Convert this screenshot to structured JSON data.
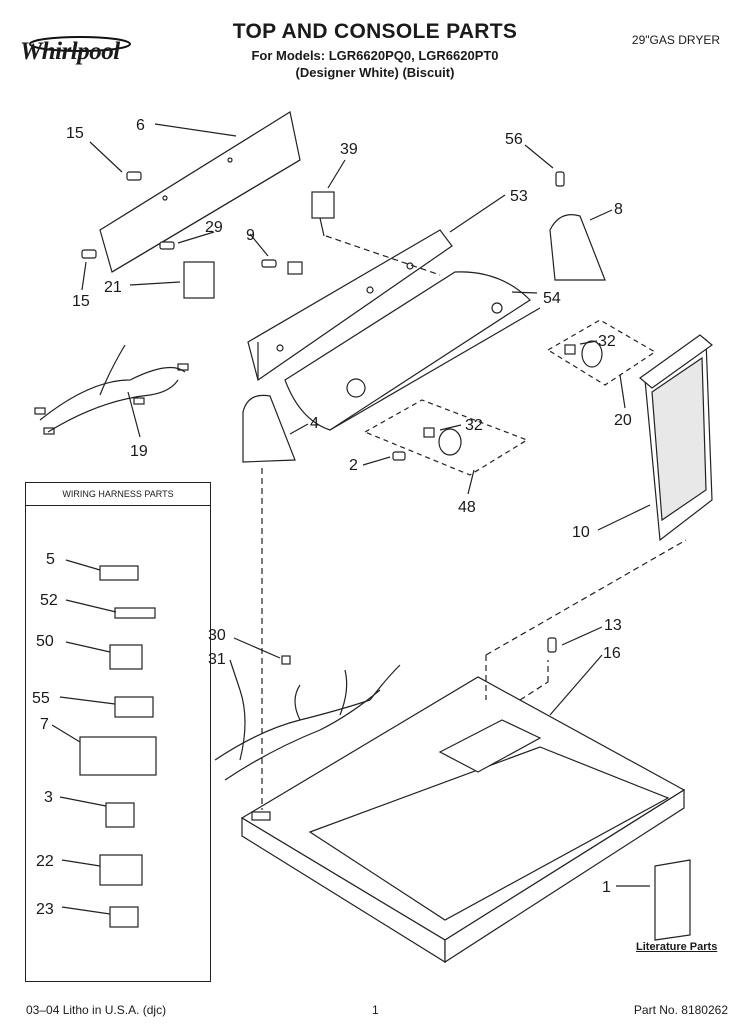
{
  "header": {
    "brand": "Whirlpool",
    "title": "TOP AND CONSOLE PARTS",
    "models_line": "For Models: LGR6620PQ0, LGR6620PT0",
    "colors_line": "(Designer White)   (Biscuit)",
    "product": "29\"GAS DRYER"
  },
  "harness_box": {
    "title": "WIRING HARNESS PARTS"
  },
  "callouts": {
    "c15a": "15",
    "c6": "6",
    "c39": "39",
    "c56": "56",
    "c8": "8",
    "c53": "53",
    "c29": "29",
    "c9": "9",
    "c15b": "15",
    "c21": "21",
    "c54": "54",
    "c32a": "32",
    "c20": "20",
    "c19": "19",
    "c4": "4",
    "c32b": "32",
    "c2": "2",
    "c48": "48",
    "c10": "10",
    "c30": "30",
    "c31": "31",
    "c13": "13",
    "c16": "16",
    "c1": "1",
    "h5": "5",
    "h52": "52",
    "h50": "50",
    "h55": "55",
    "h7": "7",
    "h3": "3",
    "h22": "22",
    "h23": "23"
  },
  "literature": "Literature Parts",
  "footer": {
    "left": "03–04 Litho in U.S.A. (djc)",
    "page": "1",
    "part_no": "Part No. 8180262"
  }
}
